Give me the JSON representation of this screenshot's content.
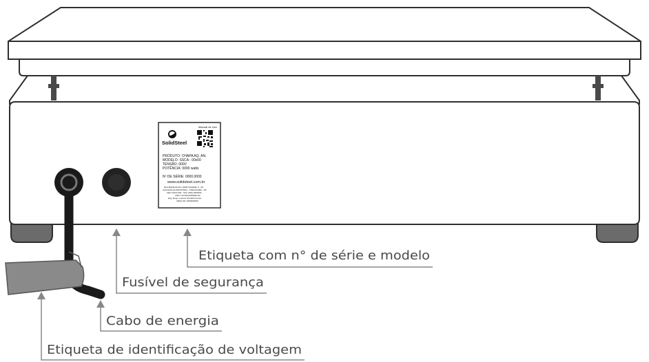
{
  "callouts": {
    "serial_label": "Etiqueta com n° de série e modelo",
    "fuse": "Fusível de segurança",
    "power_cable": "Cabo de energia",
    "voltage_label": "Etiqueta de identificação de voltagem"
  },
  "product_label": {
    "manual": "Manual de Uso",
    "brand": "SolidSteel",
    "specs": [
      "PRODUTO:  CHAPA AQ. AN.",
      "MODELO:   SSCA - 00x00",
      "TENSÃO:   000V",
      "POTÊNCIA: 0000 watts"
    ],
    "serial": "Nº DE SÉRIE: 0000.0000",
    "website": "www.solidsteel.com.br",
    "address": [
      "RUA BONICALCIO JOSÉ SCHERR, 0 - 00",
      "ALPHAVILLE INDUSTRIAL - PIRACICABA - SP",
      "CEP 13413-000 - SAC (000) 0000000",
      "CNPJ: 00.000.000/0000-00",
      "Eng. Resp. Luciano Nicolali Ferreira",
      "CREA-SP: 0000000000"
    ]
  },
  "colors": {
    "outline": "#2e2e2e",
    "foot": "#6b6b6b",
    "cable": "#1a1a1a",
    "voltage_tag": "#8a8a8a",
    "callout_line": "#888888",
    "callout_text": "#4a4a4a"
  }
}
